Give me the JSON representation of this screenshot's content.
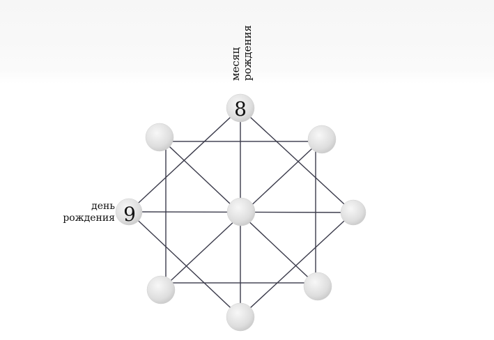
{
  "labels": {
    "month": [
      "месяц",
      "рождения"
    ],
    "day": [
      "день",
      "рождения"
    ]
  },
  "nodes": {
    "top": "8",
    "left": "9",
    "top_left": "",
    "top_right": "",
    "center": "",
    "right": "",
    "bottom_left": "",
    "bottom_right": "",
    "bottom": ""
  },
  "colors": {
    "line": "#3a3a4a",
    "node": "#dcdcdc"
  }
}
